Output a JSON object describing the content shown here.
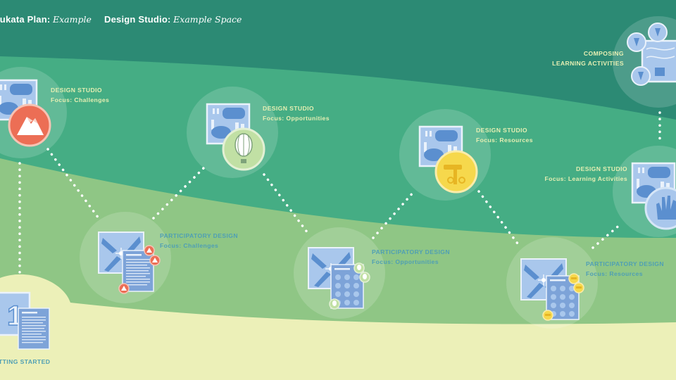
{
  "header": {
    "plan_label": "lukata Plan:",
    "plan_value": "Example",
    "studio_label": "Design Studio:",
    "studio_value": "Example Space"
  },
  "nodes": {
    "studio_challenges": {
      "title": "DESIGN STUDIO",
      "focus": "Focus: Challenges"
    },
    "studio_opportunities": {
      "title": "DESIGN STUDIO",
      "focus": "Focus: Opportunities"
    },
    "studio_resources": {
      "title": "DESIGN STUDIO",
      "focus": "Focus: Resources"
    },
    "studio_learning": {
      "title": "DESIGN STUDIO",
      "focus": "Focus: Learning Activities"
    },
    "composing": {
      "line1": "COMPOSING",
      "line2": "LEARNING ACTIVITIES"
    },
    "pd_challenges": {
      "title": "PARTICIPATORY DESIGN",
      "focus": "Focus: Challenges"
    },
    "pd_opportunities": {
      "title": "PARTICIPATORY DESIGN",
      "focus": "Focus: Opportunities"
    },
    "pd_resources": {
      "title": "PARTICIPATORY DESIGN",
      "focus": "Focus: Resources"
    },
    "getting_started": {
      "title": "TTING STARTED",
      "step_number": "1"
    }
  },
  "icons": {
    "challenges_badge": "mountain-icon",
    "opportunities_badge": "hot-air-balloon-icon",
    "resources_badge": "hammer-scissors-icon",
    "learning_badge": "hand-icon"
  },
  "colors": {
    "band_dark": "#2c8a74",
    "band_mid": "#45ad84",
    "band_light": "#8fc685",
    "band_cream": "#ecf0b8",
    "label_light": "#e6efb3",
    "label_dark": "#4f9fb4",
    "card_blue": "#a9c7ec",
    "badge_red": "#ec6e55",
    "badge_green": "#c1e0a4",
    "badge_yellow": "#f6d84c"
  }
}
